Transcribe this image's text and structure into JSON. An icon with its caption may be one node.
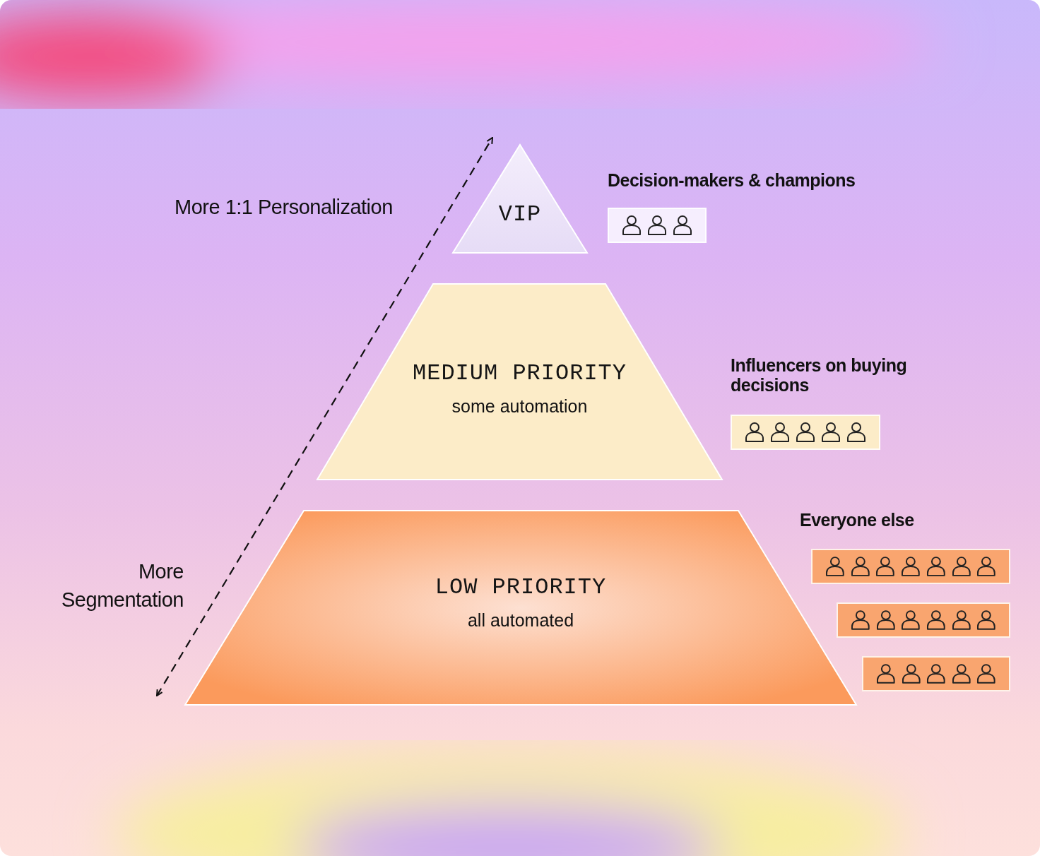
{
  "diagram": {
    "nodes": [
      {
        "text": [
          "VIP"
        ],
        "beside": [
          "Decision-makers & champions"
        ]
      },
      {
        "text": [
          "MEDIUM PRIORITY",
          "some automation"
        ],
        "beside": [
          "Influencers on buying decisions"
        ]
      },
      {
        "text": [
          "LOW PRIORITY",
          "all automated"
        ],
        "beside": [
          "Everyone else"
        ]
      }
    ],
    "labels": [
      "More 1:1 Personalization",
      "More Segmentation"
    ]
  }
}
